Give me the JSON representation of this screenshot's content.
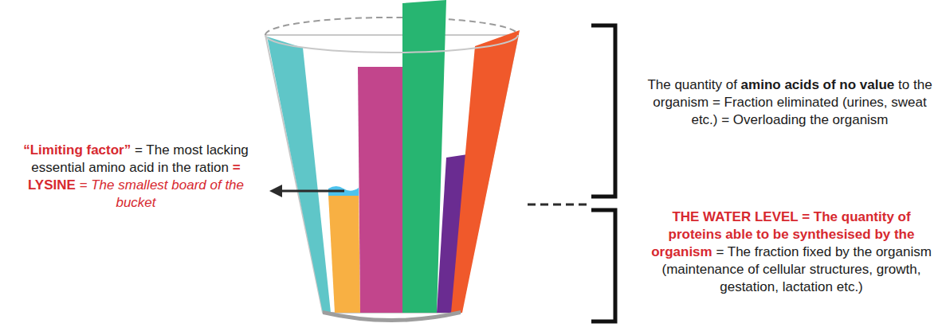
{
  "diagram": {
    "labels": [
      "“Limiting factor”",
      "= The most lacking essential amino acid in the ration",
      "= LYSINE",
      "= The smallest board of the bucket",
      "The quantity of",
      "amino acids of no value",
      "to the organism = Fraction eliminated (urines, sweat etc.) = Overloading the organism",
      "THE WATER LEVEL = The quantity of proteins able to be synthesised by the organism",
      "= The fraction fixed by the organism (maintenance of cellular structures, growth, gestation, lactation etc.)"
    ]
  }
}
